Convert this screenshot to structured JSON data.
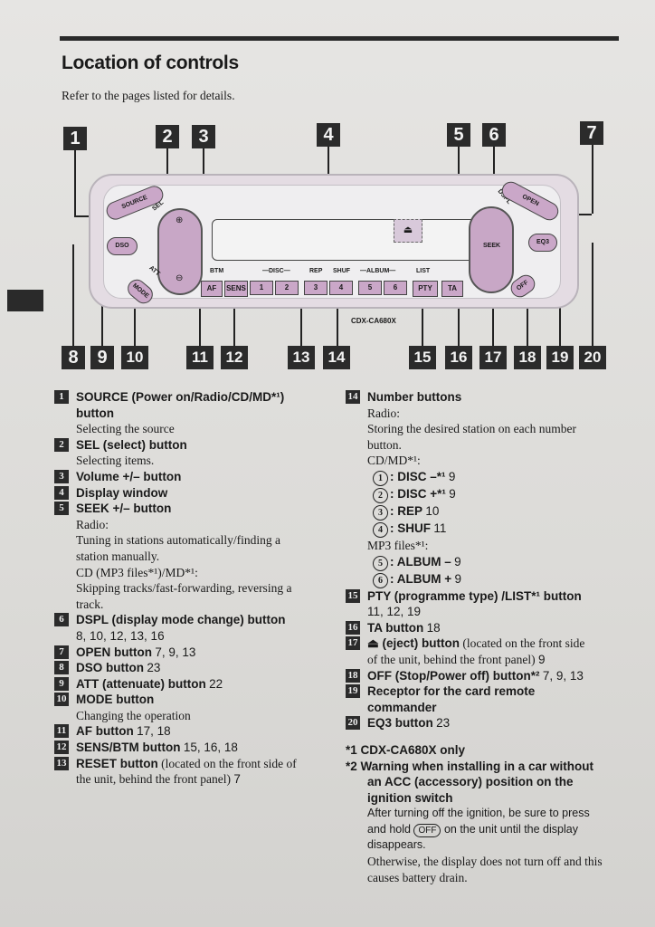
{
  "header": {
    "title": "Location of controls",
    "subtitle": "Refer to the pages listed for details."
  },
  "callouts": [
    "1",
    "2",
    "3",
    "4",
    "5",
    "6",
    "7",
    "8",
    "9",
    "10",
    "11",
    "12",
    "13",
    "14",
    "15",
    "16",
    "17",
    "18",
    "19",
    "20"
  ],
  "unit": {
    "model": "CDX-CA680X",
    "buttons": {
      "source": "SOURCE",
      "sel": "SEL",
      "dso": "DSO",
      "att": "ATT",
      "mode": "MODE",
      "af": "AF",
      "sens": "SENS",
      "pty": "PTY",
      "ta": "TA",
      "seek": "SEEK",
      "dspl": "DSPL",
      "open": "OPEN",
      "eq3": "EQ3",
      "off": "OFF",
      "eject": "⏏"
    },
    "labels": {
      "btm": "BTM",
      "disc": "—DISC—",
      "rep": "REP",
      "shuf": "SHUF",
      "album": "—ALBUM—",
      "list": "LIST"
    },
    "numbers": [
      "1",
      "2",
      "3",
      "4",
      "5",
      "6"
    ]
  },
  "left_column": [
    {
      "num": "1",
      "name": "SOURCE (Power on/Radio/CD/MD*¹)",
      "cont": "button",
      "desc": [
        "Selecting the source"
      ]
    },
    {
      "num": "2",
      "name": "SEL (select) button",
      "desc": [
        "Selecting items."
      ]
    },
    {
      "num": "3",
      "name": "Volume +/– button"
    },
    {
      "num": "4",
      "name": "Display window"
    },
    {
      "num": "5",
      "name": "SEEK +/– button",
      "desc": [
        "Radio:",
        "Tuning in stations automatically/finding a",
        "station manually.",
        "CD (MP3 files*¹)/MD*¹:",
        "Skipping tracks/fast-forwarding, reversing a",
        "track."
      ]
    },
    {
      "num": "6",
      "name": "DSPL (display mode change) button",
      "pages": "8, 10, 12, 13, 16"
    },
    {
      "num": "7",
      "name": "OPEN button",
      "pages_inline": "7, 9, 13"
    },
    {
      "num": "8",
      "name": "DSO button",
      "pages_inline": "23"
    },
    {
      "num": "9",
      "name": "ATT (attenuate) button",
      "pages_inline": "22"
    },
    {
      "num": "10",
      "name": "MODE button",
      "desc": [
        "Changing the operation"
      ]
    },
    {
      "num": "11",
      "name": "AF button",
      "pages_inline": "17, 18"
    },
    {
      "num": "12",
      "name": "SENS/BTM button",
      "pages_inline": "15, 16, 18"
    },
    {
      "num": "13",
      "name": "RESET button",
      "rest": "(located on the front side of",
      "cont2": "the unit, behind the front panel)",
      "page2": "7"
    }
  ],
  "right_column": {
    "item14": {
      "num": "14",
      "name": "Number buttons",
      "radio": "Radio:",
      "radio_desc": [
        "Storing the desired station on each number",
        "button."
      ],
      "cd": "CD/MD*¹:",
      "mp3": "MP3 files*¹:",
      "entries": [
        {
          "c": "1",
          "t": ": DISC –*¹",
          "p": "9"
        },
        {
          "c": "2",
          "t": ": DISC +*¹",
          "p": "9"
        },
        {
          "c": "3",
          "t": ": REP",
          "p": "10"
        },
        {
          "c": "4",
          "t": ": SHUF",
          "p": "11"
        }
      ],
      "mp3_entries": [
        {
          "c": "5",
          "t": ": ALBUM –",
          "p": "9"
        },
        {
          "c": "6",
          "t": ": ALBUM +",
          "p": "9"
        }
      ]
    },
    "item15": {
      "num": "15",
      "name": "PTY (programme type) /LIST*¹ button",
      "pages": "11, 12, 19"
    },
    "item16": {
      "num": "16",
      "name": "TA button",
      "pages_inline": "18"
    },
    "item17": {
      "num": "17",
      "name": "⏏ (eject) button",
      "rest": "(located on the front side",
      "cont": "of the unit, behind the front panel)",
      "page": "9"
    },
    "item18": {
      "num": "18",
      "name": "OFF (Stop/Power off) button*²",
      "pages_inline": "7, 9, 13"
    },
    "item19": {
      "num": "19",
      "name": "Receptor for the card remote",
      "cont": "commander"
    },
    "item20": {
      "num": "20",
      "name": "EQ3 button",
      "pages_inline": "23"
    },
    "notes": {
      "n1": "*1 CDX-CA680X only",
      "n2a": "*2 Warning when installing in a car without",
      "n2b": "an ACC (accessory) position on the",
      "n2c": "ignition switch",
      "n2d": "After turning off the ignition, be sure to press",
      "n2e_a": "and hold",
      "n2e_off": "OFF",
      "n2e_b": "on the unit until the display",
      "n2f": "disappears.",
      "n2g": "Otherwise, the display does not turn off and this",
      "n2h": "causes battery drain."
    }
  }
}
